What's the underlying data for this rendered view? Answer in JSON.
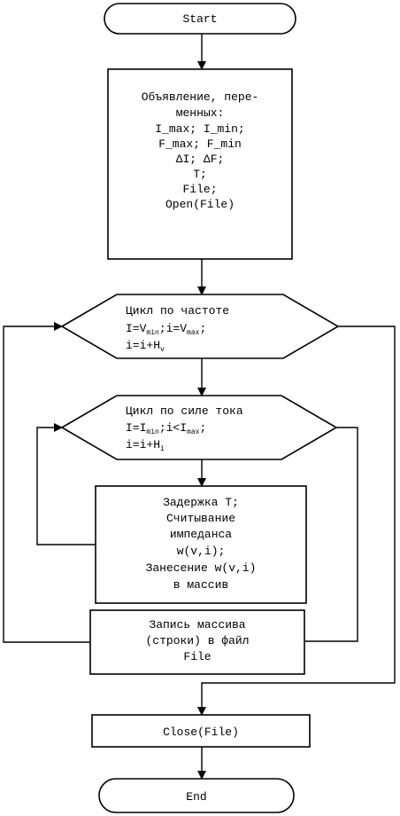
{
  "flowchart": {
    "start": {
      "label": "Start"
    },
    "declare": {
      "lines": [
        "Объявление, пере-",
        "менных:",
        "I_max; I_min;",
        "F_max; F_min",
        "ΔI; ΔF;",
        "T;",
        "File;",
        "Open(File)"
      ]
    },
    "loop_freq": {
      "title": "Цикл по частоте",
      "line2_a": "I=V",
      "line2_sub1": "min",
      "line2_b": ";i=V",
      "line2_sub2": "max",
      "line2_c": ";",
      "line3_a": "i=i+H",
      "line3_sub": "v"
    },
    "loop_current": {
      "title": "Цикл по силе тока",
      "line2_a": "I=I",
      "line2_sub1": "min",
      "line2_b": ";i<I",
      "line2_sub2": "max",
      "line2_c": ";",
      "line3_a": "i=i+H",
      "line3_sub": "i"
    },
    "delay": {
      "lines": [
        "Задержка T;",
        "Считывание",
        "импеданса",
        "w(v,i);",
        "Занесение w(v,i)",
        "в массив"
      ]
    },
    "write": {
      "lines": [
        "Запись массива",
        "(строки) в файл",
        "File"
      ]
    },
    "close": {
      "label": "Close(File)"
    },
    "end": {
      "label": "End"
    }
  }
}
